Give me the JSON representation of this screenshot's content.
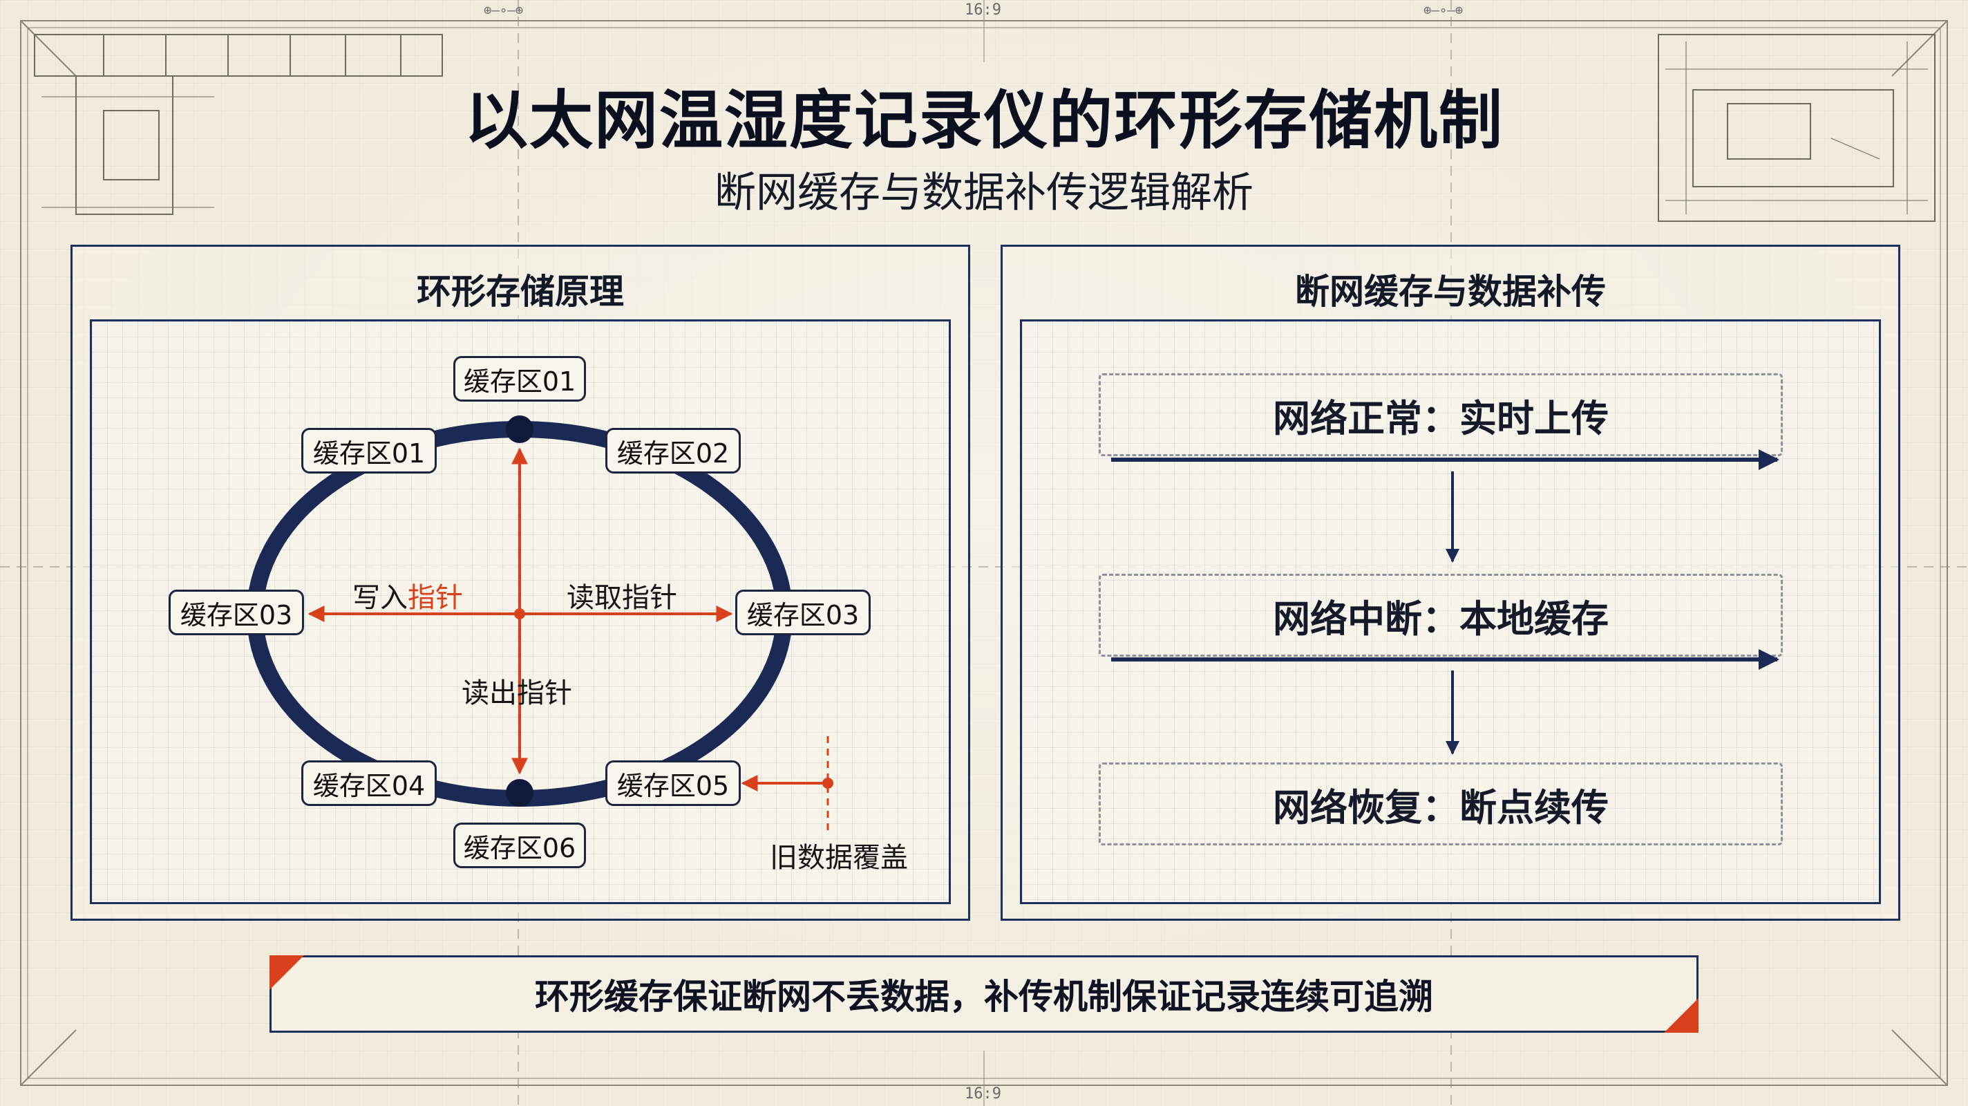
{
  "header": {
    "title": "以太网温湿度记录仪的环形存储机制",
    "subtitle": "断网缓存与数据补传逻辑解析",
    "ratio_top": "16:9",
    "ratio_bottom": "16:9"
  },
  "left_panel": {
    "title": "环形存储原理",
    "buffers": {
      "top": "缓存区01",
      "upper_left": "缓存区01",
      "upper_right": "缓存区02",
      "left": "缓存区03",
      "right": "缓存区03",
      "lower_left": "缓存区04",
      "lower_right": "缓存区05",
      "bottom": "缓存区06"
    },
    "pointers": {
      "write_prefix": "写入",
      "write_suffix": "指针",
      "read_right": "读取指针",
      "read_down": "读出指针"
    },
    "overwrite_label": "旧数据覆盖"
  },
  "right_panel": {
    "title": "断网缓存与数据补传",
    "stages": [
      {
        "label": "网络正常：实时上传"
      },
      {
        "label": "网络中断：本地缓存"
      },
      {
        "label": "网络恢复：断点续传"
      }
    ]
  },
  "footer": {
    "text": "环形缓存保证断网不丢数据，补传机制保证记录连续可追溯"
  },
  "colors": {
    "navy": "#1b2a55",
    "accent": "#d9401c",
    "paper": "#f1ebdc"
  }
}
